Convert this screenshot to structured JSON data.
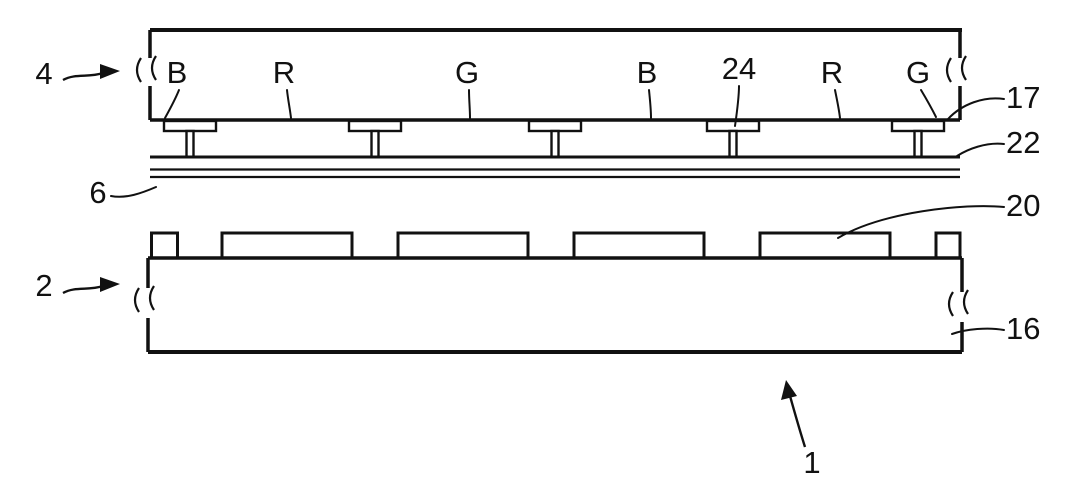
{
  "colors": {
    "ink": "#111111",
    "background": "#ffffff"
  },
  "labels": {
    "upper_panel": "4",
    "lower_panel": "2",
    "liquid_crystal": "6",
    "device": "1",
    "numeral_17": "17",
    "numeral_22": "22",
    "numeral_20": "20",
    "numeral_16": "16",
    "numeral_24": "24",
    "segments": [
      "B",
      "R",
      "G",
      "B",
      "R",
      "G"
    ]
  }
}
